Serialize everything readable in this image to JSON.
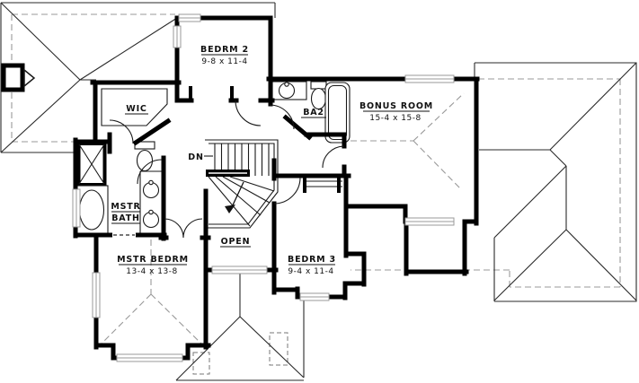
{
  "drawing": {
    "type": "second-floor plan",
    "background_color": "#ffffff",
    "wall_color": "#000000",
    "roof_line_color": "#2a2a2a",
    "dashed_line_color": "#999999",
    "text_color": "#111111"
  },
  "rooms": {
    "bedrm2": {
      "label": "BEDRM 2",
      "dims": "9-8 x 11-4"
    },
    "wic": {
      "label": "WIC"
    },
    "ba2": {
      "label": "BA2"
    },
    "bonus": {
      "label": "BONUS ROOM",
      "dims": "15-4 x 15-8"
    },
    "mstr_bath": {
      "line1": "MSTR",
      "line2": "BATH"
    },
    "mstr_bedrm": {
      "label": "MSTR BEDRM",
      "dims": "13-4 x 13-8"
    },
    "open": {
      "label": "OPEN"
    },
    "bedrm3": {
      "label": "BEDRM 3",
      "dims": "9-4 x 11-4"
    }
  },
  "stairs": {
    "dn_label": "DN"
  },
  "icons": [
    "chimney-icon",
    "shower-icon",
    "bathtub-icon",
    "toilet-icon",
    "sink-icon",
    "stair-arrow-icon"
  ]
}
